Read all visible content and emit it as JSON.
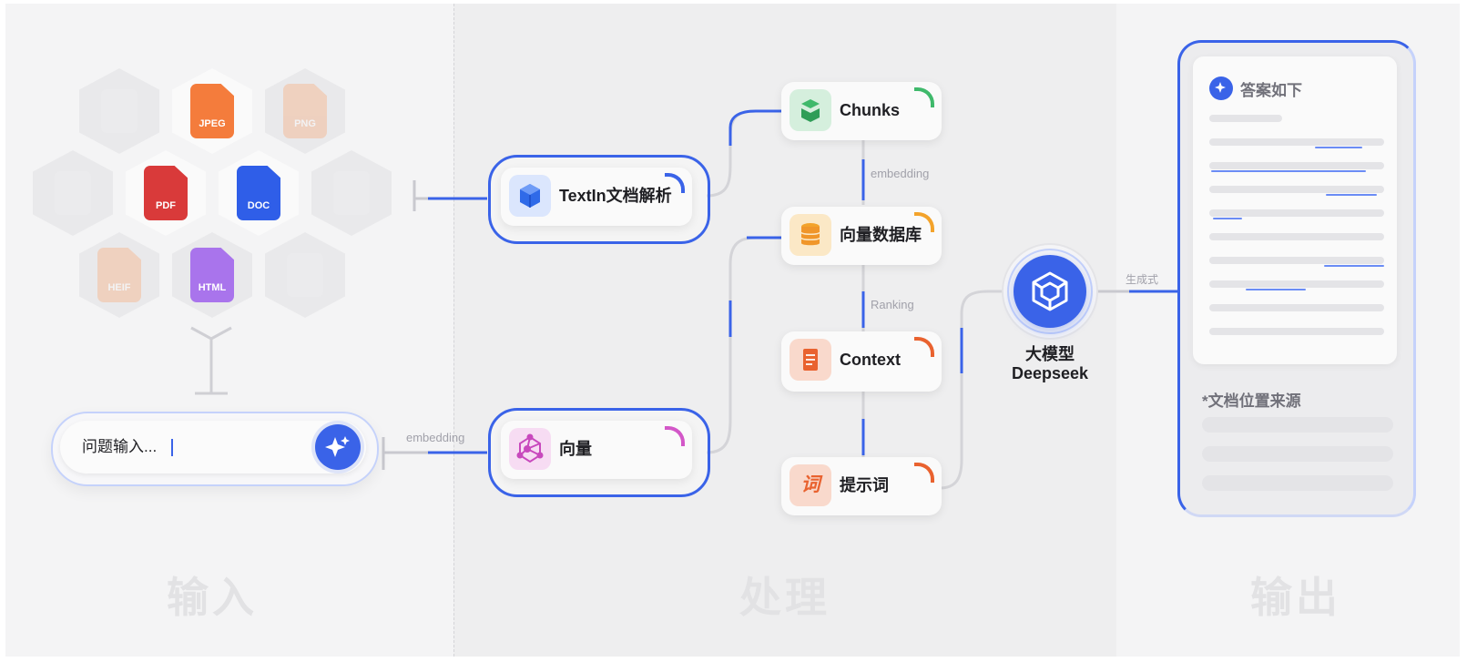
{
  "sections": {
    "input": "输入",
    "process": "处理",
    "output": "输出"
  },
  "file_types": [
    {
      "label": "JPEG",
      "color": "#f47c3c",
      "faded": false
    },
    {
      "label": "PNG",
      "color": "#f6b48a",
      "faded": true
    },
    {
      "label": "PDF",
      "color": "#d93a3a",
      "faded": false
    },
    {
      "label": "DOC",
      "color": "#2f5ee8",
      "faded": false
    },
    {
      "label": "HEIF",
      "color": "#f6b48a",
      "faded": true
    },
    {
      "label": "HTML",
      "color": "#a974ec",
      "faded": false
    }
  ],
  "question_input": {
    "placeholder": "问题输入...",
    "button_icon": "sparkle-icon"
  },
  "edges": {
    "query_embedding": "embedding",
    "chunk_embedding": "embedding",
    "ranking": "Ranking",
    "generate": "生成式"
  },
  "nodes": {
    "textin": {
      "label": "TextIn文档解析",
      "icon": "cube-icon",
      "accent": "#3a63e8"
    },
    "vector": {
      "label": "向量",
      "icon": "molecule-icon",
      "accent": "#d357c8"
    },
    "chunks": {
      "label": "Chunks",
      "icon": "stack-icon",
      "accent": "#3fb96b"
    },
    "vectordb": {
      "label": "向量数据库",
      "icon": "database-icon",
      "accent": "#f3a32b"
    },
    "context": {
      "label": "Context",
      "icon": "document-icon",
      "accent": "#e9622f"
    },
    "prompt": {
      "label": "提示词",
      "icon": "word-icon",
      "icon_text": "词",
      "accent": "#e9622f"
    }
  },
  "llm": {
    "title": "大模型",
    "subtitle": "Deepseek",
    "icon": "deepseek-cube-icon"
  },
  "output": {
    "answer_title": "答案如下",
    "sources_title": "*文档位置来源"
  },
  "colors": {
    "accent": "#3a63e8",
    "wire_gray": "#d4d4d8"
  }
}
